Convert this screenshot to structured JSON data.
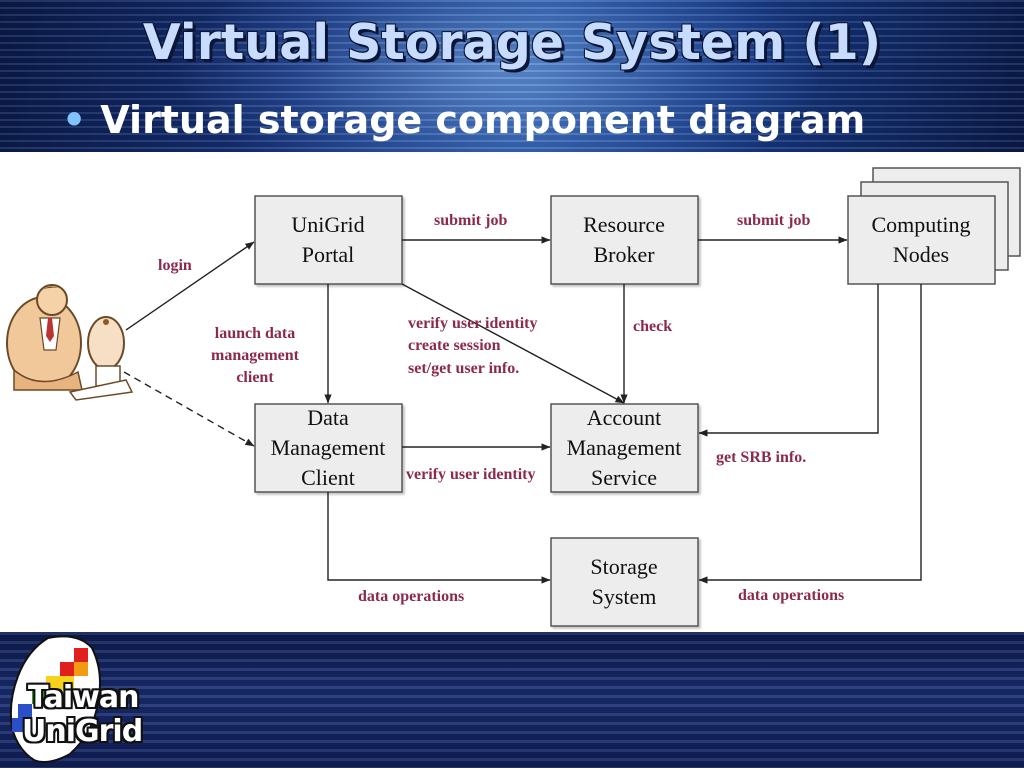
{
  "slide": {
    "title": "Virtual Storage System (1)",
    "bullet": "Virtual storage component diagram"
  },
  "diagram": {
    "nodes": {
      "portal": [
        "UniGrid",
        "Portal"
      ],
      "broker": [
        "Resource",
        "Broker"
      ],
      "computing": [
        "Computing",
        "Nodes"
      ],
      "dmc": [
        "Data",
        "Management",
        "Client"
      ],
      "ams": [
        "Account",
        "Management",
        "Service"
      ],
      "storage": [
        "Storage",
        "System"
      ]
    },
    "edges": {
      "login": "login",
      "submit_job_1": "submit job",
      "submit_job_2": "submit job",
      "launch": [
        "launch data",
        "management",
        "client"
      ],
      "verify_portal": [
        "verify user identity",
        "create session",
        "set/get user info."
      ],
      "check": "check",
      "get_srb": "get SRB info.",
      "verify_dmc": "verify user identity",
      "data_ops_left": "data operations",
      "data_ops_right": "data operations"
    }
  },
  "logo": {
    "line1": "Taiwan",
    "line2": "UniGrid"
  },
  "colors": {
    "label": "#8b2a4e",
    "box_fill": "#ededed",
    "header": "#16337c"
  }
}
